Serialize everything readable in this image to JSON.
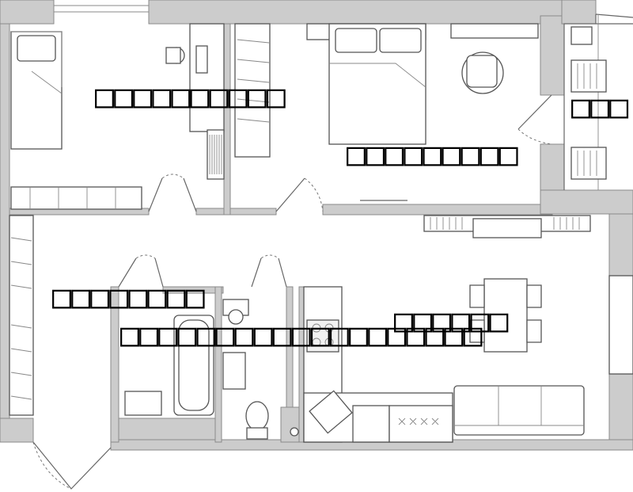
{
  "floor_plan": {
    "rooms": [
      {
        "id": "bedroom-1",
        "label": "□□□□□□□□□□"
      },
      {
        "id": "bedroom-2",
        "label": "□□□□□□□□□"
      },
      {
        "id": "balcony",
        "label": "□□□"
      },
      {
        "id": "hallway",
        "label": "□□□□□□□□"
      },
      {
        "id": "bathroom",
        "label": "□□□□□□□□□□□□□□□□□□□"
      },
      {
        "id": "kitchen-living",
        "label": "□□□□□□"
      }
    ],
    "colors": {
      "wall": "#cccccc",
      "wall_stroke": "#8a8a8a",
      "furniture_stroke": "#555555",
      "background": "#ffffff"
    }
  }
}
